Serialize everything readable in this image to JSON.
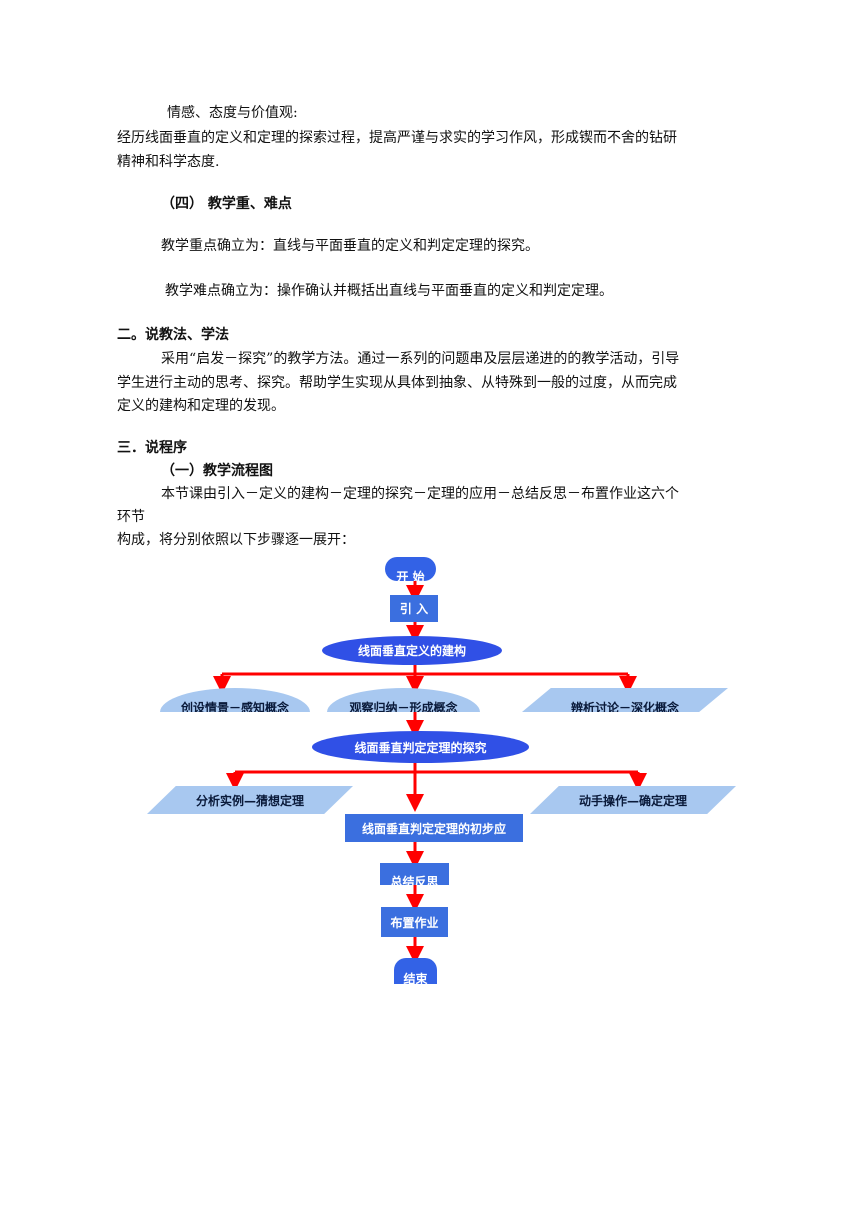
{
  "text": {
    "l1": "情感、态度与价值观:",
    "l2": "经历线面垂直的定义和定理的探索过程，提高严谨与求实的学习作风，形成锲而不舍的钻研",
    "l3": "精神和科学态度.",
    "h4": "（四） 教学重、难点",
    "p_key": "教学重点确立为：直线与平面垂直的定义和判定定理的探究。",
    "p_diff": "教学难点确立为：操作确认并概括出直线与平面垂直的定义和判定定理。",
    "h_method": "二。说教法、学法",
    "p_method1": "采用“启发－探究”的教学方法。通过一系列的问题串及层层递进的的教学活动，引导",
    "p_method2": "学生进行主动的思考、探究。帮助学生实现从具体到抽象、从特殊到一般的过度，从而完成",
    "p_method3": "定义的建构和定理的发现。",
    "h_proc": "三．说程序",
    "h_flow": "（一）教学流程图",
    "p_flow1": "本节课由引入－定义的建构－定理的探究－定理的应用－总结反思－布置作业这六个",
    "p_flow2": "环节",
    "p_flow3": "构成，将分别依照以下步骤逐一展开："
  },
  "flowchart": {
    "start": "开 始",
    "intro": "引 入",
    "def": "线面垂直定义的建构",
    "def_a": "创设情景－感知概念",
    "def_b": "观察归纳－形成概念",
    "def_c": "辨析讨论－深化概念",
    "thm": "线面垂直判定定理的探究",
    "thm_a": "分析实例—猜想定理",
    "thm_b": "动手操作—确定定理",
    "apply": "线面垂直判定定理的初步应",
    "summary": "总结反思",
    "homework": "布置作业",
    "end": "结束",
    "colors": {
      "node": "#3b6fdf",
      "light": "#a8c8f0",
      "arrow": "#ff0000"
    }
  }
}
